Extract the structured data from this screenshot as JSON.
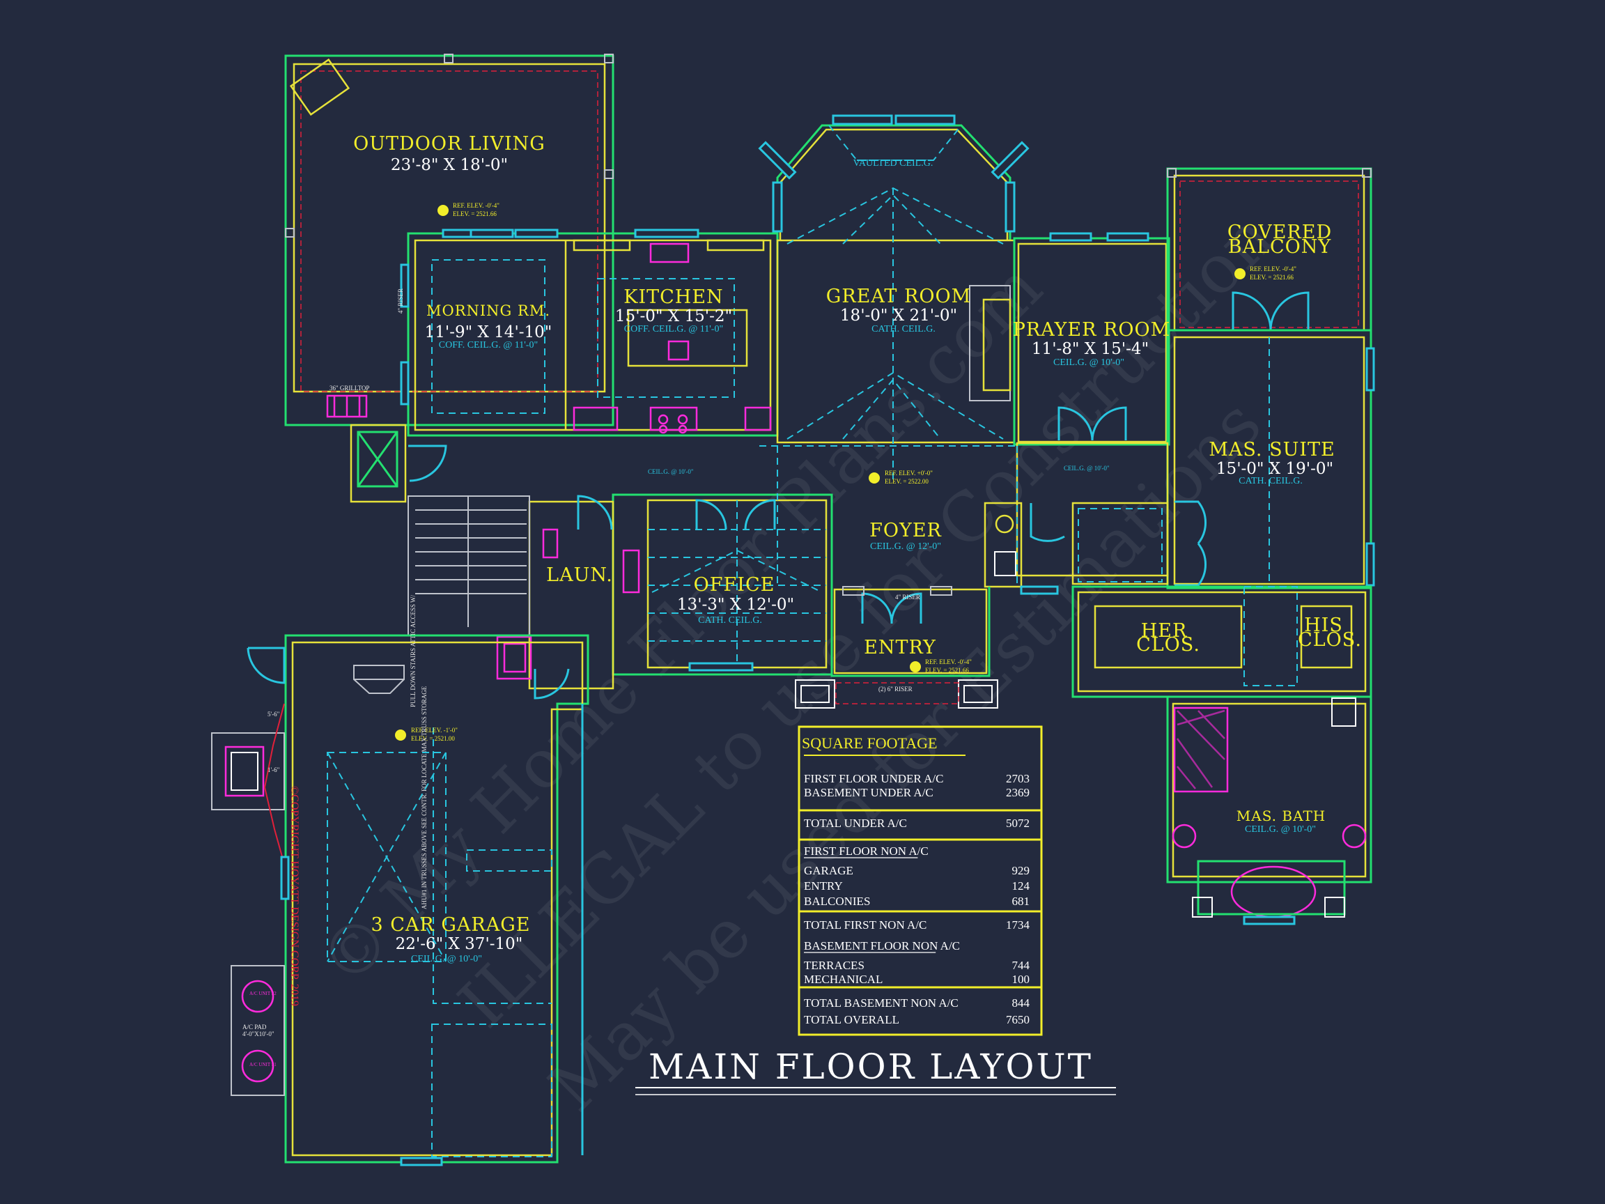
{
  "title": "MAIN FLOOR LAYOUT",
  "rooms": {
    "outdoor_living": {
      "name": "OUTDOOR LIVING",
      "dim": "23'-8\" X 18'-0\""
    },
    "morning_rm": {
      "name": "MORNING RM.",
      "dim": "11'-9\" X 14'-10\"",
      "ceil": "COFF. CEIL.G. @ 11'-0\""
    },
    "kitchen": {
      "name": "KITCHEN",
      "dim": "15'-0\" X 15'-2\"",
      "ceil": "COFF. CEIL.G. @ 11'-0\""
    },
    "great_room": {
      "name": "GREAT ROOM",
      "dim": "18'-0\" X 21'-0\"",
      "ceil": "CATH. CEIL.G.",
      "vaulted": "VAULTED CEIL.G."
    },
    "prayer_room": {
      "name": "PRAYER ROOM",
      "dim": "11'-8\" X 15'-4\"",
      "ceil": "CEIL.G. @ 10'-0\""
    },
    "covered_balcony": {
      "name1": "COVERED",
      "name2": "BALCONY"
    },
    "mas_suite": {
      "name": "MAS. SUITE",
      "dim": "15'-0\" X 19'-0\"",
      "ceil": "CATH. CEIL.G."
    },
    "foyer": {
      "name": "FOYER",
      "ceil": "CEIL.G. @ 12'-0\""
    },
    "office": {
      "name": "OFFICE",
      "dim": "13'-3\" X 12'-0\"",
      "ceil": "CATH. CEIL.G."
    },
    "laun": {
      "name": "LAUN."
    },
    "entry": {
      "name": "ENTRY"
    },
    "her_clos": {
      "name1": "HER",
      "name2": "CLOS."
    },
    "his_clos": {
      "name1": "HIS",
      "name2": "CLOS."
    },
    "mas_bath": {
      "name": "MAS. BATH",
      "ceil": "CEIL.G. @ 10'-0\""
    },
    "garage": {
      "name": "3 CAR GARAGE",
      "dim": "22'-6\" X 37'-10\"",
      "ceil": "CEIL.G. @ 10'-0\""
    }
  },
  "notes": {
    "ref_elev_1": "REF. ELEV. -0'-4\"",
    "elev_1": "ELEV. = 2521.66",
    "ref_elev_2": "REF. ELEV. +0'-0\"",
    "elev_2": "ELEV. = 2522.00",
    "ref_elev_3": "REF. ELEV. -1'-0\"",
    "elev_3": "ELEV. = 2521.00",
    "hall_ceil": "CEIL.G. @ 10'-0\"",
    "grill": "36\" GRILLTOP",
    "riser_4": "4\" RISER",
    "riser_2x6": "(2) 6\" RISER",
    "attic": "PULL DOWN STAIRS ATTIC ACCESS W/",
    "ahu": "AHU#1 IN TRUSSES ABOVE SEE CONTR. FOR LOCATE MAX TRUSS STORAGE",
    "ac_pad": "A/C PAD",
    "ac_pad_dim": "4'-0\"X10'-0\"",
    "ac_unit_2": "A/C UNIT #2",
    "ac_unit_1": "A/C UNIT #1",
    "copyright": "©COPYRIGHT HOYATT DESIGN CORP. 2019",
    "d_56": "5'-6\"",
    "d_16": "1'-6\""
  },
  "watermark": {
    "line1": "© My Home Floor Plans.com",
    "line2": "ILLEGAL to use for Construction",
    "line3": "May be used for Estimations"
  },
  "square_footage": {
    "header": "SQUARE FOOTAGE",
    "rows": [
      {
        "label": "FIRST FLOOR UNDER A/C",
        "value": "2703"
      },
      {
        "label": "BASEMENT UNDER A/C",
        "value": "2369"
      },
      {
        "label": "TOTAL UNDER A/C",
        "value": "5072"
      },
      {
        "label": "FIRST FLOOR NON A/C",
        "value": ""
      },
      {
        "label": "GARAGE",
        "value": "929"
      },
      {
        "label": "ENTRY",
        "value": "124"
      },
      {
        "label": "BALCONIES",
        "value": "681"
      },
      {
        "label": "TOTAL FIRST NON A/C",
        "value": "1734"
      },
      {
        "label": "BASEMENT FLOOR NON A/C",
        "value": ""
      },
      {
        "label": "TERRACES",
        "value": "744"
      },
      {
        "label": "MECHANICAL",
        "value": "100"
      },
      {
        "label": "TOTAL BASEMENT NON A/C",
        "value": "844"
      },
      {
        "label": "TOTAL OVERALL",
        "value": "7650"
      }
    ]
  },
  "colors": {
    "background": "#232a3e",
    "wall_green": "#23e070",
    "wall_yellow": "#e6e23a",
    "window_cyan": "#29c6e0",
    "fixture_magenta": "#ff2bdc",
    "label_yellow": "#f2ee2a"
  }
}
